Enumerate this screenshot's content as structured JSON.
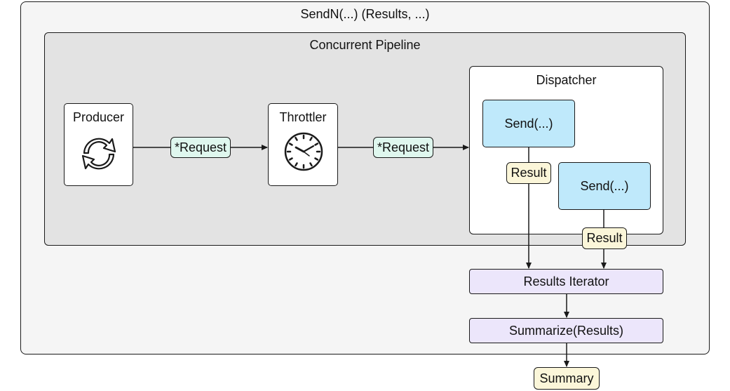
{
  "outer": {
    "title": "SendN(...) (Results, ...)"
  },
  "pipeline": {
    "title": "Concurrent Pipeline"
  },
  "producer": {
    "label": "Producer",
    "icon": "refresh-cycle-icon"
  },
  "throttler": {
    "label": "Throttler",
    "icon": "clock-icon"
  },
  "requests": [
    "*Request",
    "*Request"
  ],
  "dispatcher": {
    "title": "Dispatcher",
    "sends": [
      "Send(...)",
      "Send(...)"
    ],
    "results": [
      "Result",
      "Result"
    ]
  },
  "results_iterator": "Results Iterator",
  "summarize": "Summarize(Results)",
  "summary": "Summary",
  "colors": {
    "pipeline_bg": "#e3e3e3",
    "outer_bg": "#f5f5f5",
    "request_fill": "#dff7ee",
    "send_fill": "#bfe9fb",
    "result_fill": "#fbf6d9",
    "iterator_fill": "#ece6fb"
  }
}
